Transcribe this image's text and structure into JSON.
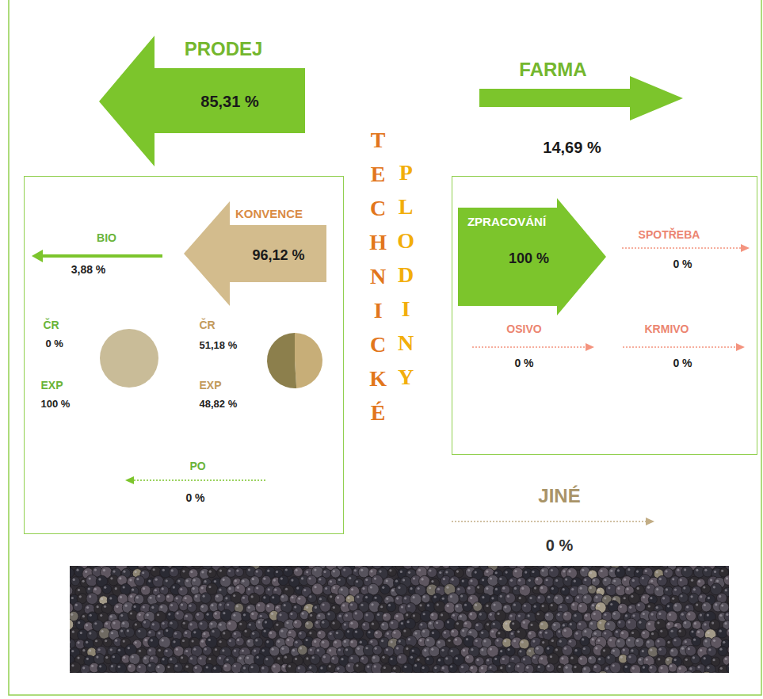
{
  "diagram": {
    "nodes": [
      {
        "text": [
          "PRODEJ",
          "85,31 %"
        ]
      },
      {
        "text": [
          "FARMA",
          "14,69 %"
        ]
      },
      {
        "text": []
      },
      {
        "text": [
          "BIO",
          "3,88 %"
        ],
        "in": 2
      },
      {
        "text": [
          "KONVENCE",
          "96,12 %"
        ],
        "in": 2
      },
      {
        "text": [
          "ČR",
          "0 %",
          "EXP",
          "100 %"
        ],
        "in": 2
      },
      {
        "text": [
          "ČR",
          "51,18 %",
          "EXP",
          "48,82 %"
        ],
        "in": 2
      },
      {
        "text": [
          "PO",
          "0 %"
        ],
        "in": 2
      },
      {
        "text": []
      },
      {
        "text": [
          "ZPRACOVÁNÍ",
          "100 %"
        ],
        "in": 8
      },
      {
        "text": [
          "SPOTŘEBA",
          "0 %"
        ],
        "in": 8
      },
      {
        "text": [
          "OSIVO",
          "0 %"
        ],
        "in": 8
      },
      {
        "text": [
          "KRMIVO",
          "0 %"
        ],
        "in": 8
      },
      {
        "text": [
          "JINÉ",
          "0 %"
        ]
      }
    ],
    "labels": [
      "TECHNICKÉ",
      "PLODINY"
    ]
  }
}
